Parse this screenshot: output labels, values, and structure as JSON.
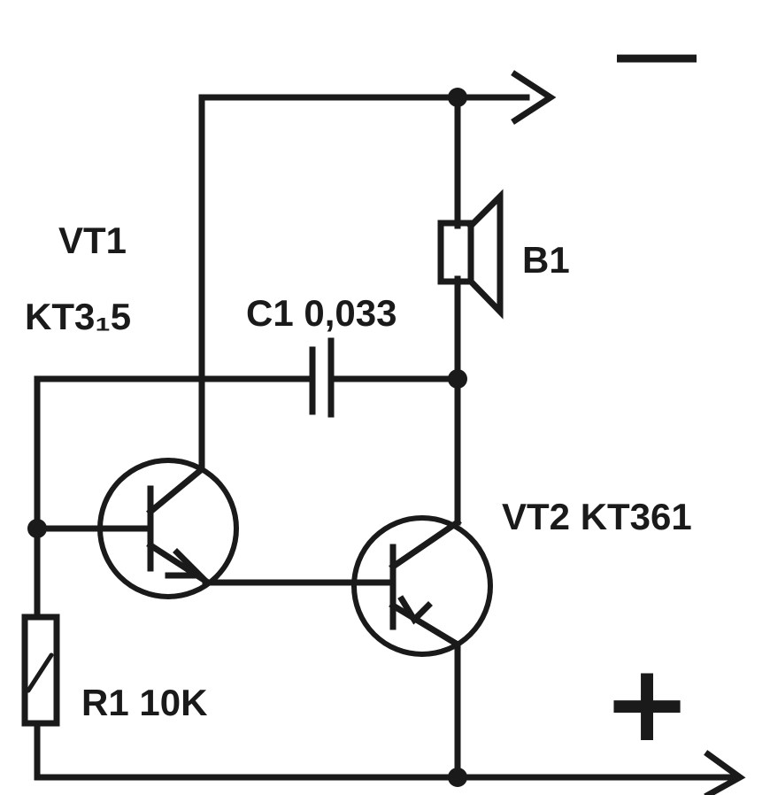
{
  "labels": {
    "vt1_name": "VT1",
    "vt1_type": "KT3₁5",
    "vt2": "VT2 KT361",
    "c1": "C1 0,033",
    "b1": "B1",
    "r1": "R1 10K",
    "minus": "—",
    "plus": "+"
  }
}
